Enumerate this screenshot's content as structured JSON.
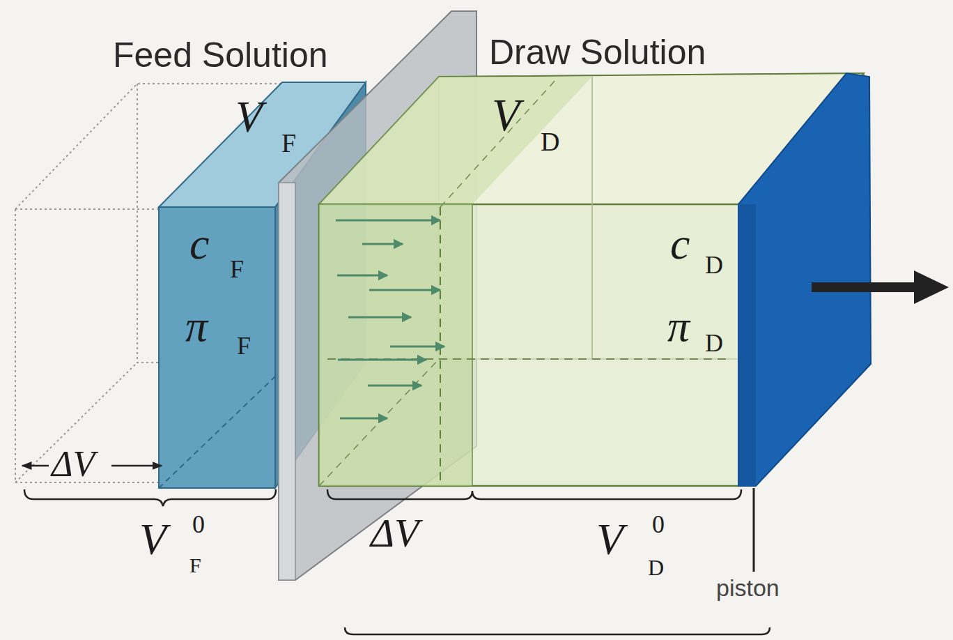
{
  "diagram": {
    "nodes": [
      {
        "text": [
          "Feed Solution",
          "V",
          "F",
          "c",
          "F",
          "π",
          "F"
        ]
      },
      {
        "text": [
          "Draw Solution",
          "V",
          "D",
          "c",
          "D",
          "π",
          "D"
        ]
      }
    ],
    "labels": [
      "ΔV",
      "V",
      "0",
      "F",
      "ΔV",
      "V",
      "0",
      "D",
      "piston"
    ]
  }
}
